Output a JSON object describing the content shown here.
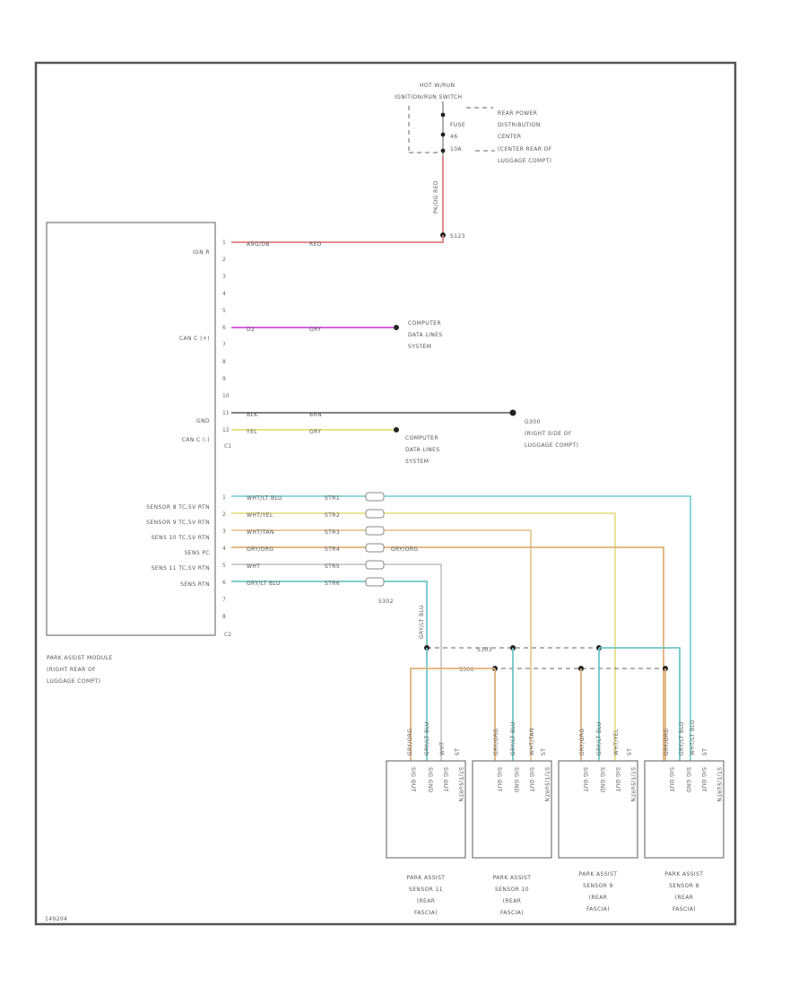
{
  "diagram_code": "149204",
  "fuse_block": {
    "line1": "HOT W/RUN",
    "line2": "IGNITION/RUN SWITCH",
    "fuse_label1": "FUSE",
    "fuse_label2": "46",
    "fuse_amp": "10A",
    "location1": "REAR POWER",
    "location2": "DISTRIBUTION",
    "location3": "CENTER",
    "location4": "(CENTER REAR OF",
    "location5": "LUGGAGE COMPT)",
    "wire_label": "PK/DG RED"
  },
  "splice": "S123",
  "module": {
    "line1": "PARK ASSIST MODULE",
    "line2": "(RIGHT REAR OF",
    "line3": "LUGGAGE COMPT)",
    "connector1": "C1",
    "connector2": "C2",
    "pin_labels": {
      "ign_r": "IGN R",
      "can_c_h": "CAN C (+)",
      "gnd": "GND",
      "can_c_l": "CAN C (-)",
      "s8": "SENSOR 8 TC,5V RTN",
      "s9": "SENSOR 9 TC,5V RTN",
      "s10": "SENS 10 TC,5V RTN",
      "sens_pc": "SENS PC",
      "s11": "SENS 11 TC,5V RTN",
      "sens_rtn": "SENS RTN"
    },
    "c1_pins": [
      "1",
      "2",
      "3",
      "4",
      "5",
      "6",
      "7",
      "8",
      "9",
      "10",
      "11",
      "12"
    ],
    "c2_pins": [
      "1",
      "2",
      "3",
      "4",
      "5",
      "6",
      "7",
      "8"
    ]
  },
  "wires": {
    "ign": {
      "code": "A9G/DB",
      "color": "RED",
      "hex": "#e07f80"
    },
    "canh": {
      "code": "D2",
      "color": "GRY",
      "hex": "#d64ce0"
    },
    "gnd": {
      "code": "BLK",
      "color": "BRN",
      "hex": "#6f6f6f"
    },
    "canl": {
      "code": "YEL",
      "color": "GRY",
      "hex": "#e0e07a"
    },
    "s8": {
      "code": "WHT/LT BLU",
      "tag": "STR1",
      "hex": "#7fd4d4"
    },
    "s9": {
      "code": "WHT/YEL",
      "tag": "STR2",
      "hex": "#e6e08a"
    },
    "s10": {
      "code": "WHT/TAN",
      "tag": "STR3",
      "hex": "#e8c894"
    },
    "spc": {
      "code": "GRY/ORG",
      "tag": "STR4",
      "hex": "#e0b07a",
      "right": "GRY/ORG"
    },
    "s11": {
      "code": "WHT",
      "tag": "STR5",
      "hex": "#c9c9c9"
    },
    "srtn": {
      "code": "GRY/LT BLU",
      "tag": "STR6",
      "hex": "#6fc6c6"
    }
  },
  "destinations": {
    "canh": [
      "COMPUTER",
      "DATA LINES",
      "SYSTEM"
    ],
    "gnd": [
      "G300",
      "(RIGHT SIDE OF",
      "LUGGAGE COMPT)"
    ],
    "canl": [
      "COMPUTER",
      "DATA LINES",
      "SYSTEM"
    ]
  },
  "bus": {
    "s302": "S302",
    "s303": "S303",
    "s300": "S300",
    "riser_label": "GRY/LT BLU"
  },
  "sensors": [
    {
      "id": "11",
      "name": [
        "PARK ASSIST",
        "SENSOR 11",
        "(REAR",
        "FASCIA)"
      ],
      "pins": [
        "SIG OUT",
        "SIG GND",
        "SIG OUT",
        "ST/T/5VRTN"
      ],
      "wires": [
        "GRY/ORG",
        "GRY/LT BLU",
        "WHT",
        "ST"
      ]
    },
    {
      "id": "10",
      "name": [
        "PARK ASSIST",
        "SENSOR 10",
        "(REAR",
        "FASCIA)"
      ],
      "pins": [
        "SIG OUT",
        "SIG GND",
        "SIG OUT",
        "ST/T/5VRTN"
      ],
      "wires": [
        "GRY/ORG",
        "GRY/LT BLU",
        "WHT/TAN",
        "ST"
      ]
    },
    {
      "id": "9",
      "name": [
        "PARK ASSIST",
        "SENSOR 9",
        "(REAR",
        "FASCIA)"
      ],
      "pins": [
        "SIG OUT",
        "SIG GND",
        "SIG OUT",
        "ST/T/5VRTN"
      ],
      "wires": [
        "GRY/ORG",
        "GRY/LT BLU",
        "WHT/YEL",
        "ST"
      ]
    },
    {
      "id": "8",
      "name": [
        "PARK ASSIST",
        "SENSOR 8",
        "(REAR",
        "FASCIA)"
      ],
      "pins": [
        "SIG OUT",
        "SIG GND",
        "SIG OUT",
        "ST/T/5VRTN"
      ],
      "wires": [
        "GRY/ORG",
        "GRY/LT BLU",
        "WHT/LT BLU",
        "ST"
      ]
    }
  ]
}
